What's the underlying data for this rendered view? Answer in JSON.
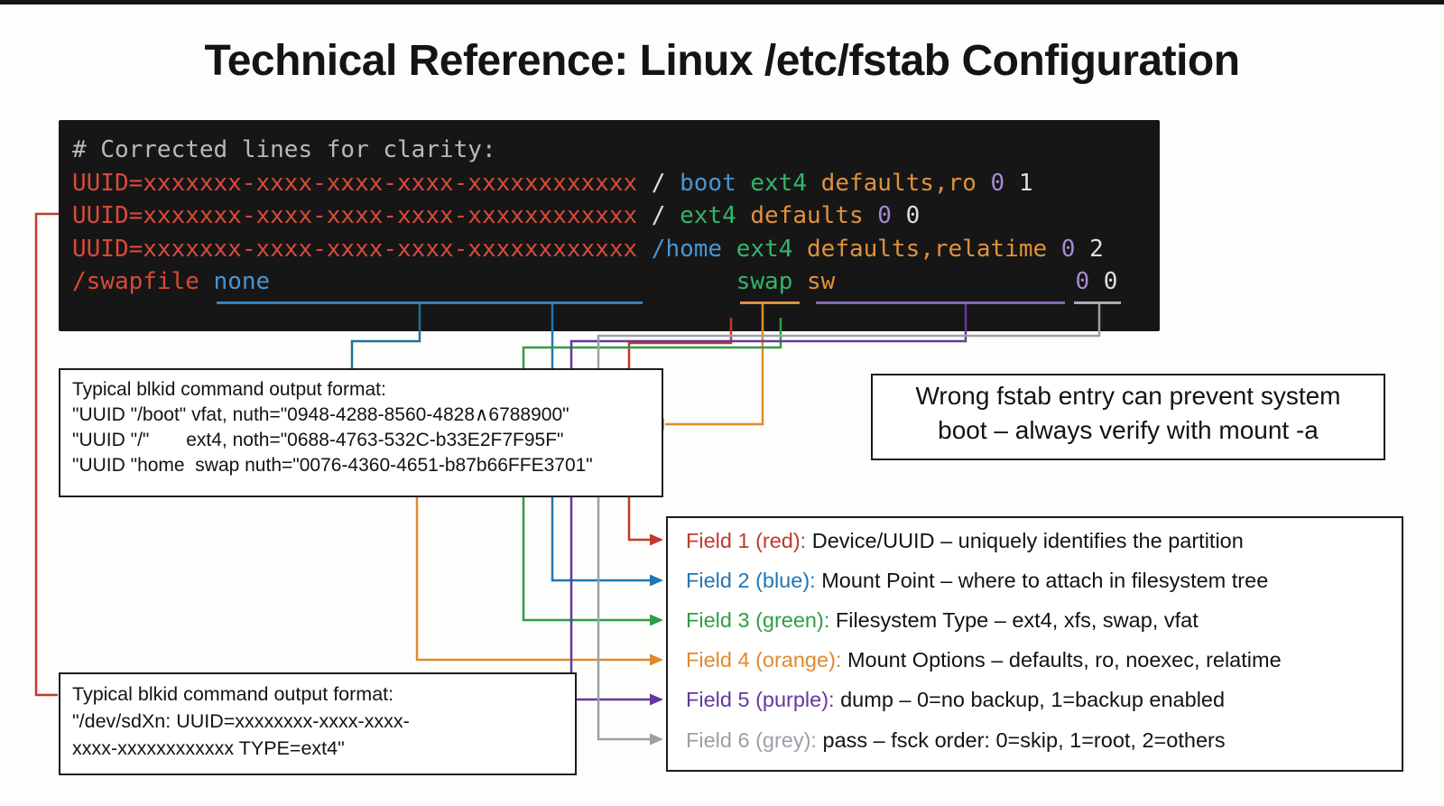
{
  "page": {
    "title": "Technical Reference: Linux /etc/fstab Configuration"
  },
  "colors": {
    "terminal_bg": "#161616",
    "term_red": "#d84a38",
    "term_blue": "#4596d4",
    "term_green": "#33b56a",
    "term_orange": "#e0913c",
    "term_purple": "#a58bd4",
    "term_grey": "#b4babe",
    "term_white": "#dce0e3",
    "legend_red": "#c0392b",
    "legend_blue": "#2076b4",
    "legend_green": "#2f9e44",
    "legend_orange": "#e08a2e",
    "legend_purple": "#63399e",
    "legend_grey": "#9aa0a6",
    "line_teal": "#1f7390",
    "underline_blue": "#2e86c1",
    "underline_orange": "#e0913c",
    "underline_purple": "#8668b8",
    "underline_grey": "#a9adb1"
  },
  "terminal": {
    "lines": [
      [
        {
          "t": "# Corrected lines for clarity:",
          "c": "term_grey"
        }
      ],
      [
        {
          "t": "UUID=xxxxxxx-xxxx-xxxx-xxxx-xxxxxxxxxxxx",
          "c": "term_red"
        },
        {
          "t": " / ",
          "c": "term_white"
        },
        {
          "t": "boot",
          "c": "term_blue"
        },
        {
          "t": " ",
          "c": "term_white"
        },
        {
          "t": "ext4",
          "c": "term_green"
        },
        {
          "t": " ",
          "c": "term_white"
        },
        {
          "t": "defaults,ro",
          "c": "term_orange"
        },
        {
          "t": " ",
          "c": "term_white"
        },
        {
          "t": "0",
          "c": "term_purple"
        },
        {
          "t": " 1",
          "c": "term_white"
        }
      ],
      [
        {
          "t": "UUID=xxxxxxx-xxxx-xxxx-xxxx-xxxxxxxxxxxx",
          "c": "term_red"
        },
        {
          "t": " / ",
          "c": "term_white"
        },
        {
          "t": "ext4",
          "c": "term_green"
        },
        {
          "t": " ",
          "c": "term_white"
        },
        {
          "t": "defaults",
          "c": "term_orange"
        },
        {
          "t": " ",
          "c": "term_white"
        },
        {
          "t": "0",
          "c": "term_purple"
        },
        {
          "t": " 0",
          "c": "term_white"
        }
      ],
      [
        {
          "t": "UUID=xxxxxxx-xxxx-xxxx-xxxx-xxxxxxxxxxxx",
          "c": "term_red"
        },
        {
          "t": " ",
          "c": "term_white"
        },
        {
          "t": "/home",
          "c": "term_blue"
        },
        {
          "t": " ",
          "c": "term_white"
        },
        {
          "t": "ext4",
          "c": "term_green"
        },
        {
          "t": " ",
          "c": "term_white"
        },
        {
          "t": "defaults,relatime",
          "c": "term_orange"
        },
        {
          "t": " ",
          "c": "term_white"
        },
        {
          "t": "0",
          "c": "term_purple"
        },
        {
          "t": " 2",
          "c": "term_white"
        }
      ],
      [
        {
          "t": "/swapfile",
          "c": "term_red"
        },
        {
          "t": " ",
          "c": "term_white"
        },
        {
          "t": "none",
          "c": "term_blue"
        },
        {
          "t": "                                 ",
          "c": "term_white"
        },
        {
          "t": "swap",
          "c": "term_green"
        },
        {
          "t": " ",
          "c": "term_white"
        },
        {
          "t": "sw",
          "c": "term_orange"
        },
        {
          "t": "                 ",
          "c": "term_white"
        },
        {
          "t": "0",
          "c": "term_purple"
        },
        {
          "t": " 0",
          "c": "term_white"
        }
      ]
    ]
  },
  "blkid_box": {
    "title": "Typical blkid command output format:",
    "lines": [
      "\"UUID \"/boot\" vfat, nuth=\"0948-4288-8560-4828∧6788900\"",
      "\"UUID \"/\"       ext4, noth=\"0688-4763-532C-b33E2F7F95F\"",
      "\"UUID \"home  swap nuth=\"0076-4360-4651-b87b66FFE3701\""
    ]
  },
  "warning_box": {
    "line1": "Wrong fstab entry can prevent system",
    "line2": "boot – always verify with mount -a"
  },
  "dev_box": {
    "title": "Typical blkid command output format:",
    "line1": "\"/dev/sdXn: UUID=xxxxxxxx-xxxx-xxxx-",
    "line2": "xxxx-xxxxxxxxxxxx TYPE=ext4\""
  },
  "legend": {
    "fields": [
      {
        "label": "Field 1 (red):",
        "desc": " Device/UUID – uniquely identifies the partition",
        "color": "legend_red"
      },
      {
        "label": "Field 2 (blue):",
        "desc": " Mount Point – where to attach in filesystem tree",
        "color": "legend_blue"
      },
      {
        "label": "Field 3 (green):",
        "desc": " Filesystem Type – ext4, xfs, swap, vfat",
        "color": "legend_green"
      },
      {
        "label": "Field 4 (orange):",
        "desc": " Mount Options – defaults, ro, noexec, relatime",
        "color": "legend_orange"
      },
      {
        "label": "Field 5 (purple):",
        "desc": " dump – 0=no backup, 1=backup enabled",
        "color": "legend_purple"
      },
      {
        "label": "Field 6 (grey):",
        "desc": " pass – fsck order: 0=skip, 1=root, 2=others",
        "color": "legend_grey"
      }
    ]
  }
}
